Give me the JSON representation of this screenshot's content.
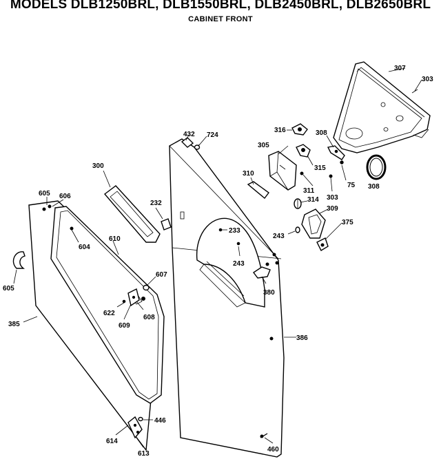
{
  "header": {
    "title": "MODELS DLB1250BRL, DLB1550BRL, DLB2450BRL, DLB2650BRL",
    "subtitle": "CABINET FRONT"
  },
  "part_labels": {
    "p307": "307",
    "p303a": "303",
    "p308a": "308",
    "p308b": "308",
    "p75": "75",
    "p303b": "303",
    "p316": "316",
    "p305": "305",
    "p315": "315",
    "p310": "310",
    "p311": "311",
    "p314": "314",
    "p309": "309",
    "p375": "375",
    "p243a": "243",
    "p243b": "243",
    "p233": "233",
    "p380": "380",
    "p432": "432",
    "p724": "724",
    "p300": "300",
    "p232": "232",
    "p605a": "605",
    "p606": "606",
    "p604": "604",
    "p610": "610",
    "p607": "607",
    "p605b": "605",
    "p622": "622",
    "p609": "609",
    "p608": "608",
    "p385": "385",
    "p386": "386",
    "p446": "446",
    "p614": "614",
    "p613": "613",
    "p460": "460"
  }
}
